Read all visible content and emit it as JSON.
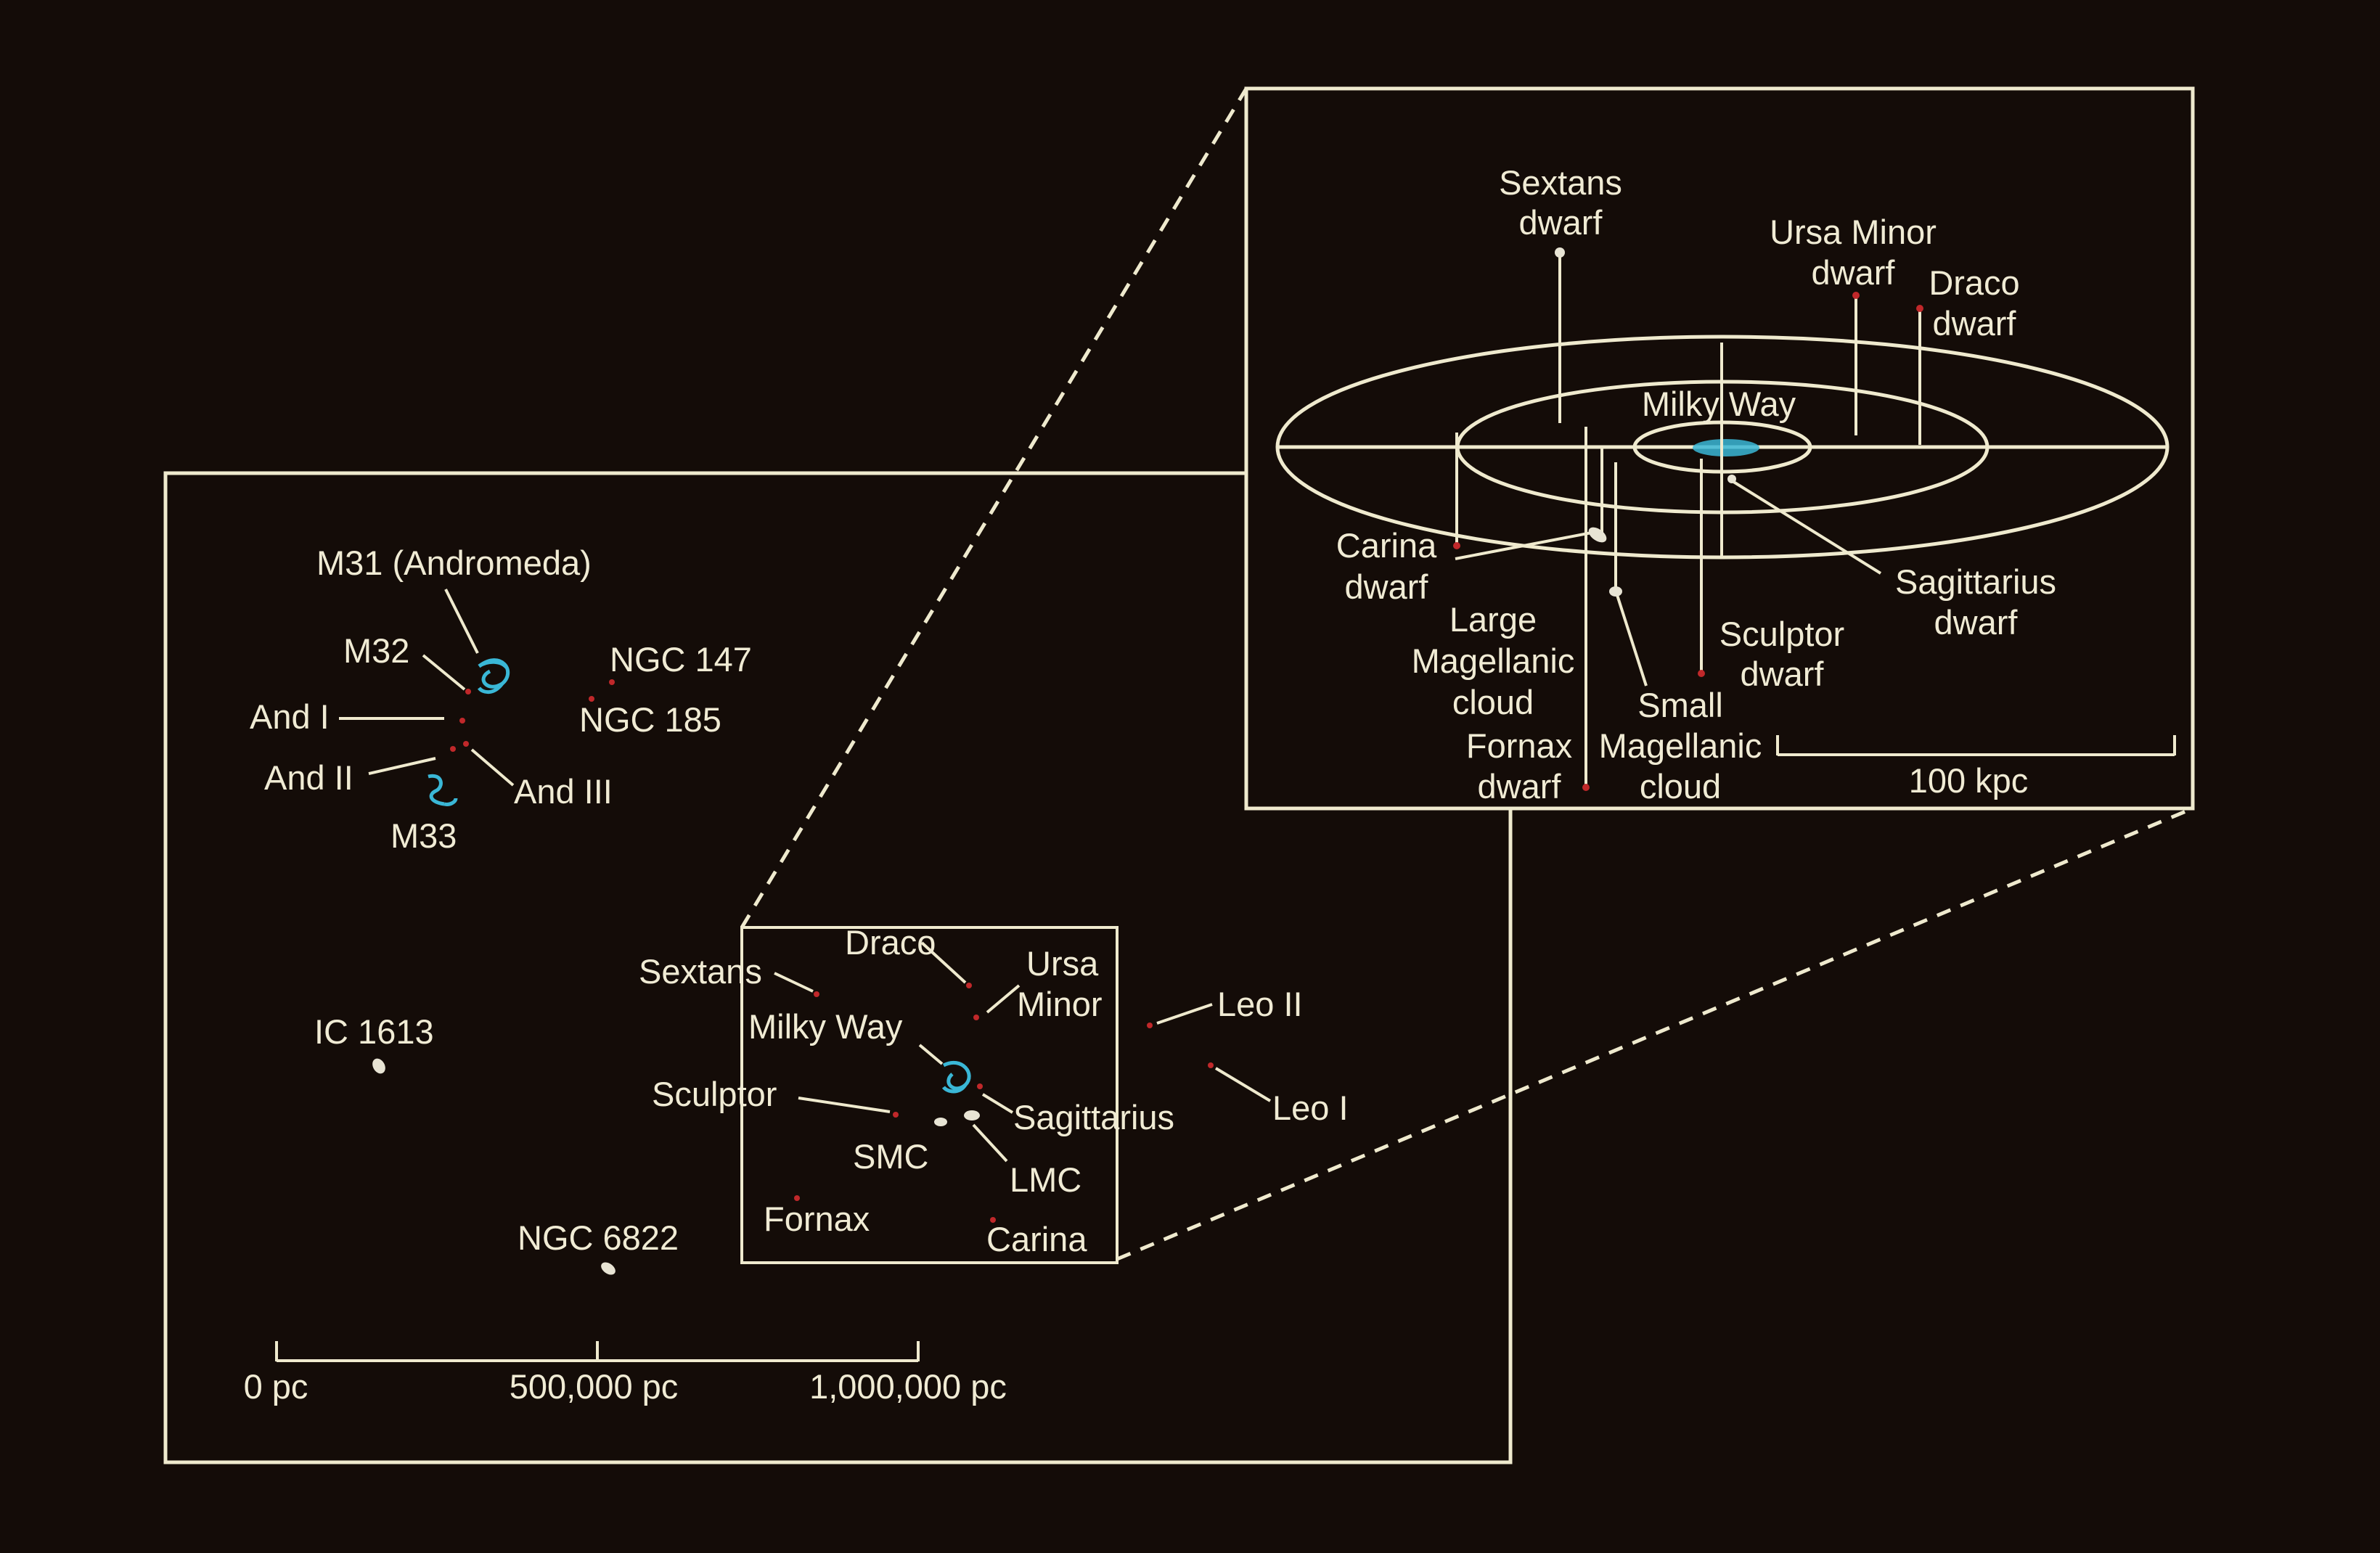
{
  "colors": {
    "background": "#140c08",
    "line": "#efeace",
    "text": "#f0ebd4",
    "spiral": "#3ab7d6",
    "dwarf_dot": "#c0282a",
    "irregular": "#e8e4d4"
  },
  "local_group": {
    "labels": {
      "m31": "M31 (Andromeda)",
      "m32": "M32",
      "ngc147": "NGC 147",
      "ngc185": "NGC 185",
      "and1": "And I",
      "and2": "And II",
      "and3": "And III",
      "m33": "M33",
      "ic1613": "IC 1613",
      "ngc6822": "NGC 6822",
      "sextans": "Sextans",
      "draco": "Draco",
      "ursa_minor_1": "Ursa",
      "ursa_minor_2": "Minor",
      "milky_way": "Milky Way",
      "sculptor": "Sculptor",
      "sagittarius": "Sagittarius",
      "smc": "SMC",
      "lmc": "LMC",
      "fornax": "Fornax",
      "carina": "Carina",
      "leo2": "Leo II",
      "leo1": "Leo I"
    },
    "scale": {
      "ticks": [
        "0 pc",
        "500,000 pc",
        "1,000,000 pc"
      ]
    }
  },
  "inset": {
    "labels": {
      "sextans_1": "Sextans",
      "sextans_2": "dwarf",
      "ursa_minor_1": "Ursa Minor",
      "ursa_minor_2": "dwarf",
      "draco_1": "Draco",
      "draco_2": "dwarf",
      "milky_way": "Milky Way",
      "carina_1": "Carina",
      "carina_2": "dwarf",
      "lmc_1": "Large",
      "lmc_2": "Magellanic",
      "lmc_3": "cloud",
      "sagittarius_1": "Sagittarius",
      "sagittarius_2": "dwarf",
      "sculptor_1": "Sculptor",
      "sculptor_2": "dwarf",
      "smc_1": "Small",
      "smc_2": "Magellanic",
      "smc_3": "cloud",
      "fornax_1": "Fornax",
      "fornax_2": "dwarf"
    },
    "scale": {
      "label": "100 kpc"
    }
  }
}
